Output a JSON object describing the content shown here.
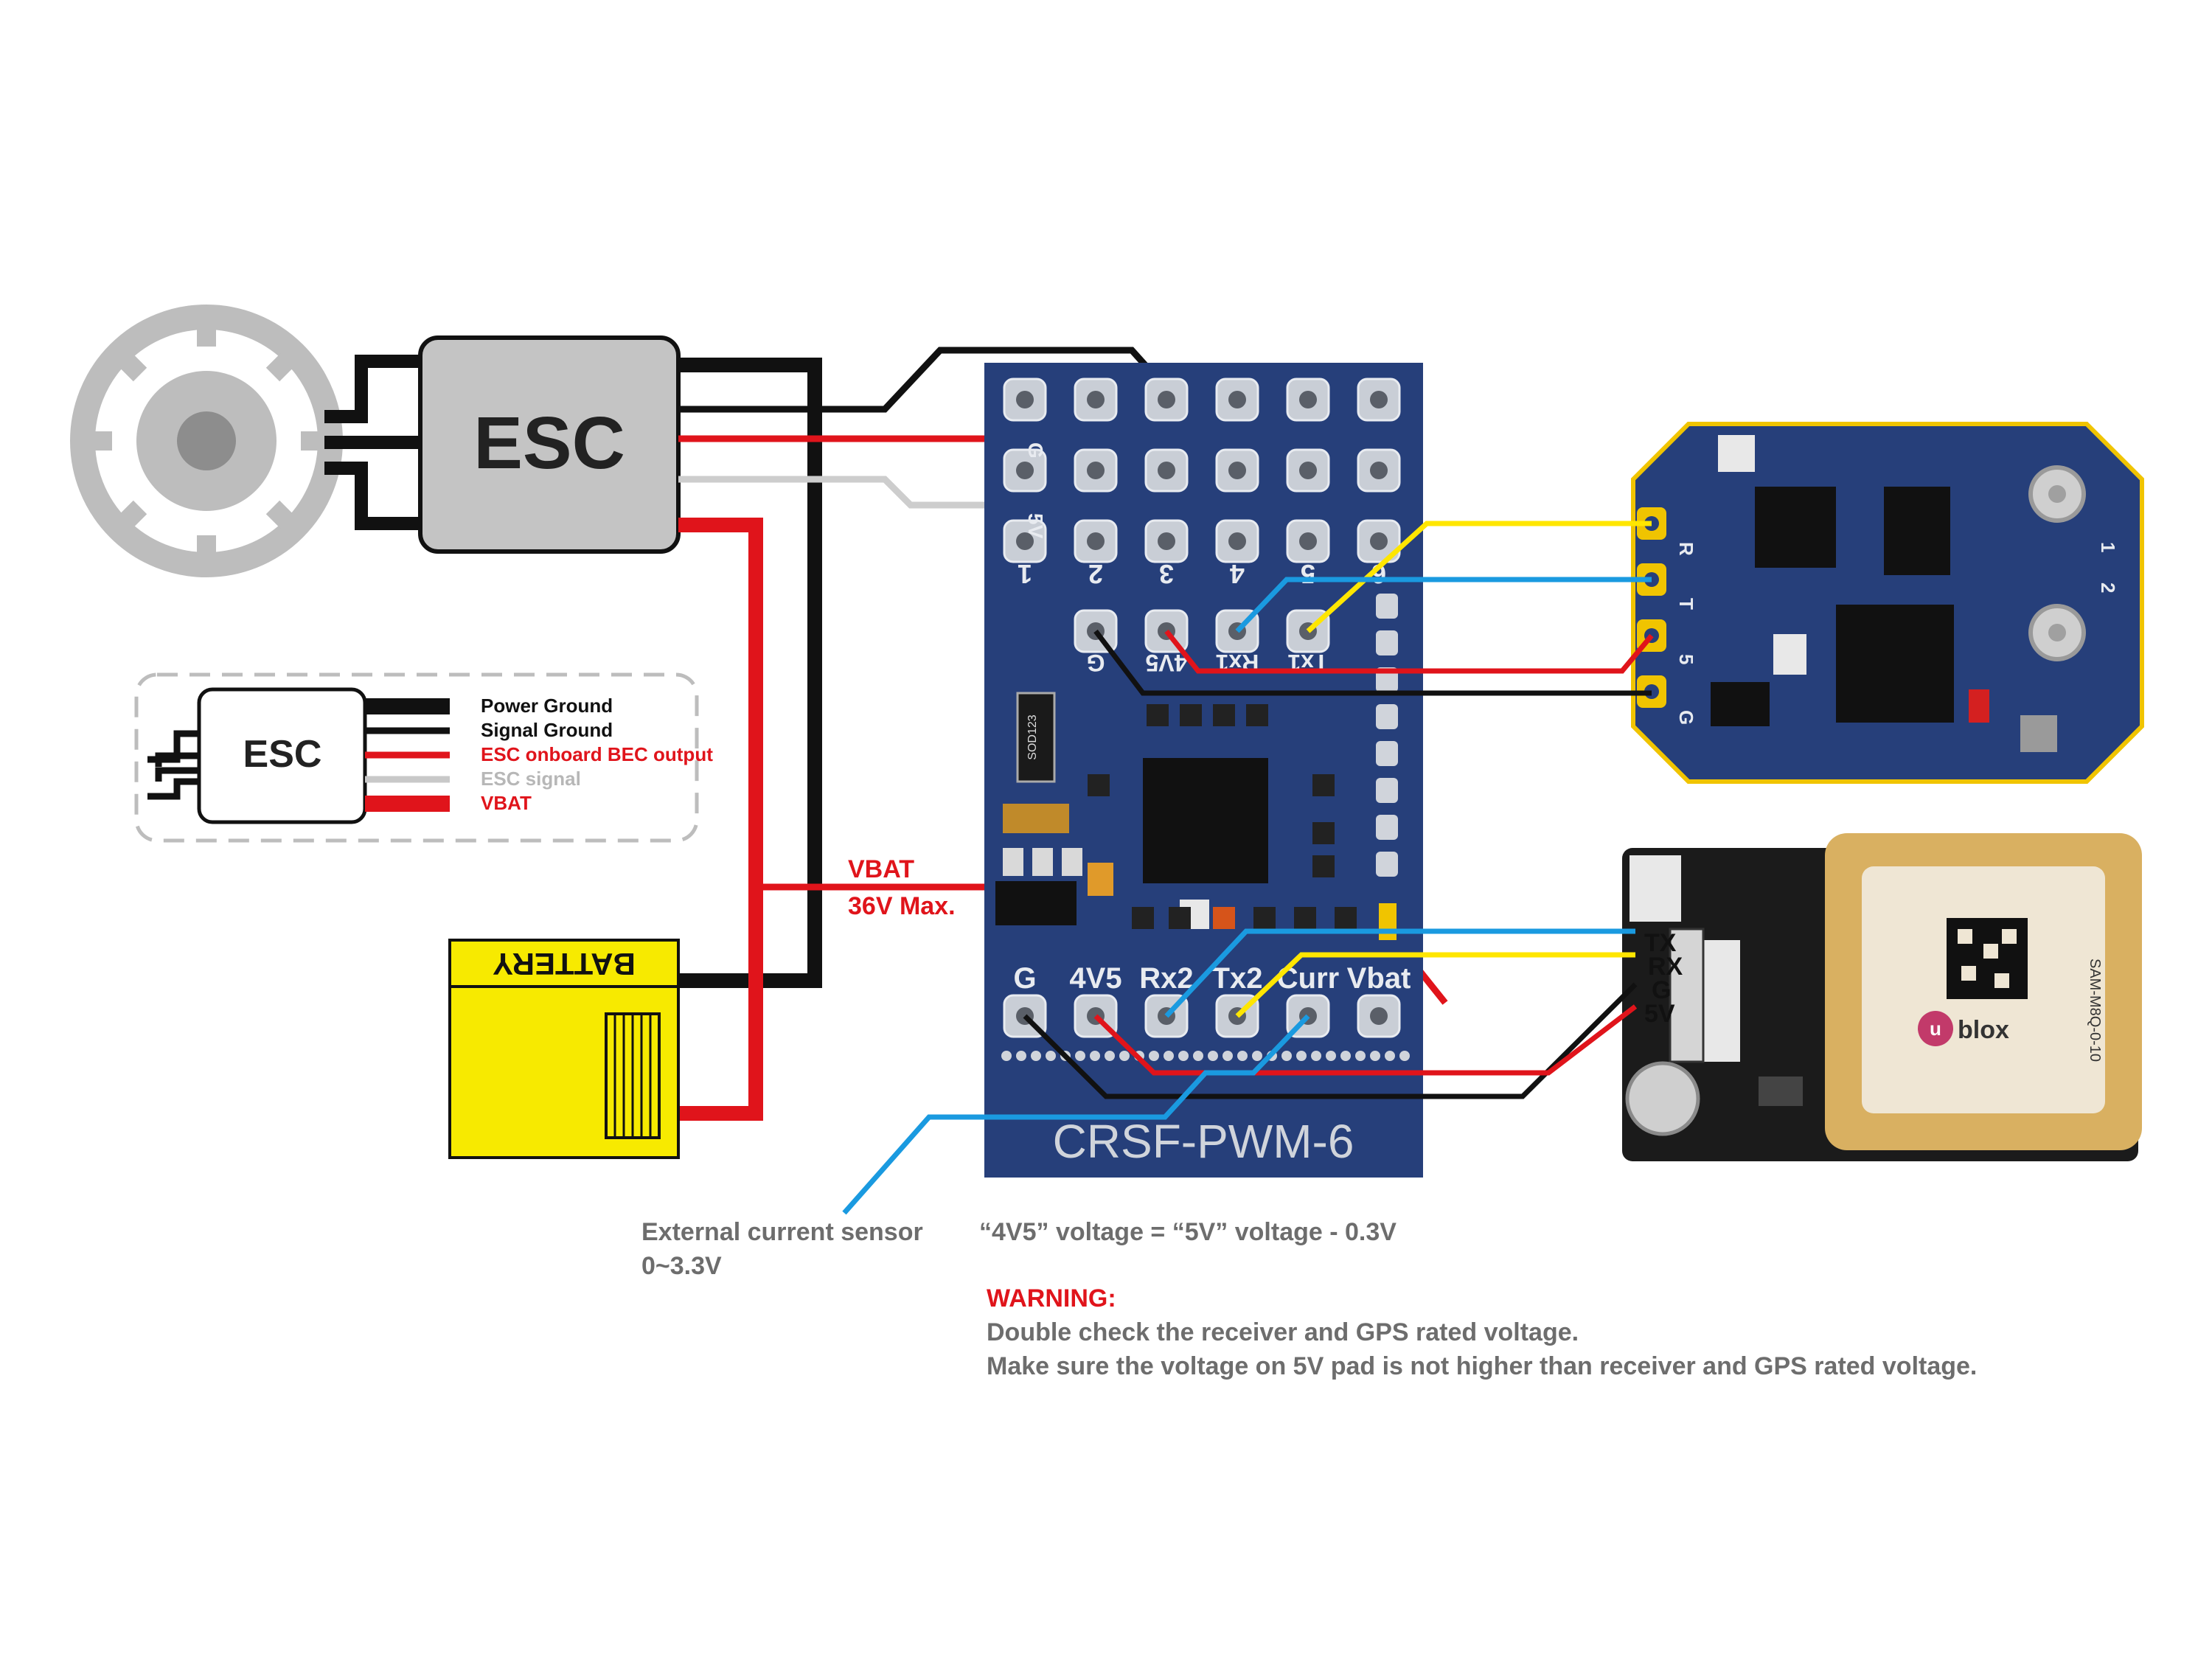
{
  "esc_main": {
    "label": "ESC"
  },
  "legend": {
    "esc_label": "ESC",
    "items": [
      {
        "text": "Power Ground",
        "color": "#111111"
      },
      {
        "text": "Signal Ground",
        "color": "#111111"
      },
      {
        "text": "ESC onboard BEC output",
        "color": "#e0141b"
      },
      {
        "text": "ESC signal",
        "color": "#b7b7b7"
      },
      {
        "text": "VBAT",
        "color": "#e0141b"
      }
    ]
  },
  "battery": {
    "label": "BATTERY"
  },
  "vbat_note": {
    "line1": "VBAT",
    "line2": "36V Max."
  },
  "board": {
    "name": "CRSF-PWM-6",
    "channel_labels": [
      "1",
      "2",
      "3",
      "4",
      "5",
      "6"
    ],
    "side_labels": [
      "G",
      "5V"
    ],
    "receiver_header": [
      "G",
      "4V5",
      "Rx1",
      "Tx1"
    ],
    "bottom_header": [
      "G",
      "4V5",
      "Rx2",
      "Tx2",
      "Curr",
      "Vbat"
    ],
    "chip_label": "SOD123"
  },
  "receiver": {
    "pins": [
      "R",
      "T",
      "5",
      "G"
    ],
    "antenna_labels": [
      "1",
      "2"
    ]
  },
  "gps": {
    "pins": [
      "TX",
      "RX",
      "G",
      "5V"
    ],
    "brand": "blox",
    "brand_mark": "u",
    "model": "SAM-M8Q-0-10"
  },
  "notes": {
    "current_sensor_line1": "External current sensor",
    "current_sensor_line2": "0~3.3V",
    "voltage_note": "“4V5” voltage = “5V” voltage - 0.3V",
    "warning_title": "WARNING:",
    "warning_line1": "Double check the receiver and GPS rated voltage.",
    "warning_line2": "Make sure the voltage on 5V pad is not higher than receiver and GPS rated voltage."
  },
  "colors": {
    "wire_black": "#111111",
    "wire_red": "#e0141b",
    "wire_gray": "#bdbdbd",
    "wire_yellow": "#ffe600",
    "wire_blue": "#1a9ae0",
    "pcb_blue": "#263f7a",
    "battery_yellow": "#f7ea00",
    "warning_red": "#e0141b",
    "note_gray": "#6d6d6d"
  }
}
